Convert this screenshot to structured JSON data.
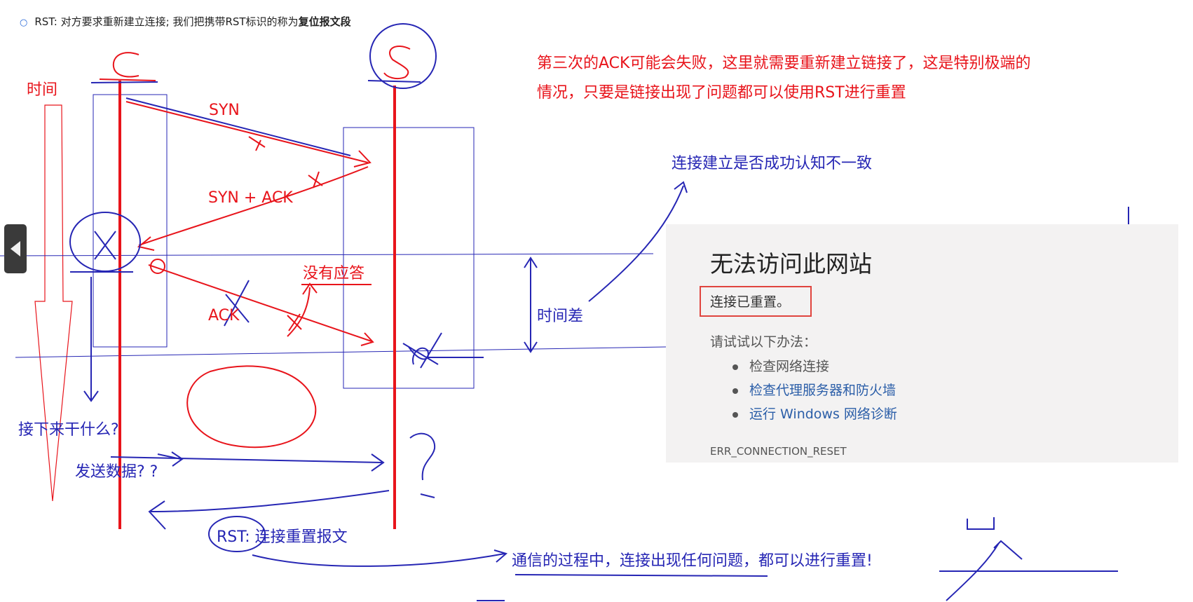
{
  "header": {
    "text": "RST: 对方要求重新建立连接; 我们把携带RST标识的称为",
    "bold": "复位报文段"
  },
  "notes": {
    "red_top": "第三次的ACK可能会失败，这里就需要重新建立链接了，这是特别极端的情况，只要是链接出现了问题都可以使用RST进行重置",
    "consistency": "连接建立是否成功认知不一致",
    "time": "时间",
    "time_diff": "时间差",
    "no_reply": "没有应答",
    "next_what": "接下来干什么?",
    "send_data": "发送数据? ?",
    "rst_label": "RST: 连接重置报文",
    "reset_anytime": "通信的过程中，连接出现任何问题，都可以进行重置!"
  },
  "handshake": {
    "client_label": "C",
    "server_label": "S",
    "syn": "SYN",
    "syn_ack": "SYN + ACK",
    "ack": "ACK"
  },
  "browser_error": {
    "title": "无法访问此网站",
    "subtitle": "连接已重置。",
    "try_label": "请试试以下办法：",
    "items": [
      "检查网络连接",
      "检查代理服务器和防火墙",
      "运行 Windows 网络诊断"
    ],
    "code": "ERR_CONNECTION_RESET"
  },
  "colors": {
    "red": "#e8141b",
    "blue": "#2626b4",
    "link": "#2b5ea8"
  },
  "icons": {
    "nav": "chevron-left-icon"
  }
}
